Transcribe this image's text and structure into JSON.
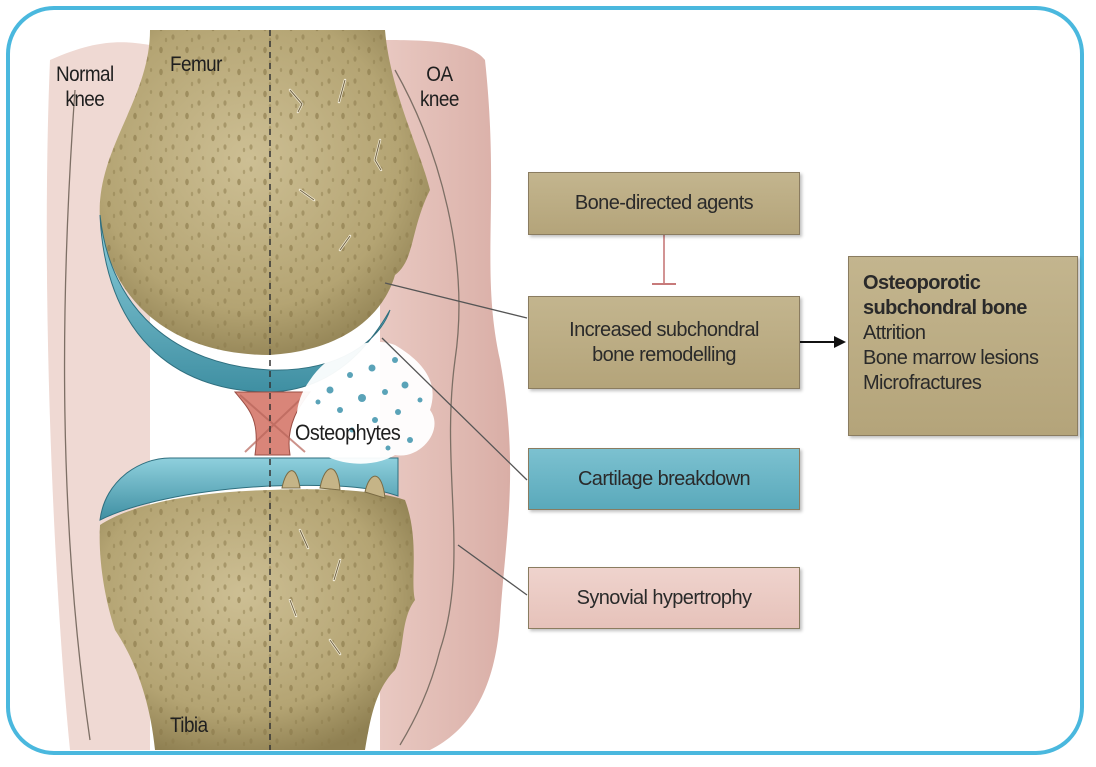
{
  "labels": {
    "normal_knee_line1": "Normal",
    "normal_knee_line2": "knee",
    "femur": "Femur",
    "oa_knee_line1": "OA",
    "oa_knee_line2": "knee",
    "osteophytes": "Osteophytes",
    "tibia": "Tibia"
  },
  "boxes": {
    "bone_directed_agents": "Bone-directed agents",
    "increased_remodelling_line1": "Increased subchondral",
    "increased_remodelling_line2": "bone remodelling",
    "cartilage_breakdown": "Cartilage breakdown",
    "synovial_hypertrophy": "Synovial hypertrophy"
  },
  "outcome": {
    "title_line1": "Osteoporotic",
    "title_line2": "subchondral bone",
    "items": [
      "Attrition",
      "Bone marrow lesions",
      "Microfractures"
    ]
  },
  "colors": {
    "frame": "#4ab8de",
    "bone": "#b9a979",
    "cartilage": "#4f9fb0",
    "synovium": "#ead0c8",
    "ligament": "#d98579",
    "box_tan": "#c3b58e",
    "box_blue": "#6db6c7",
    "box_pink": "#ecccc5"
  }
}
